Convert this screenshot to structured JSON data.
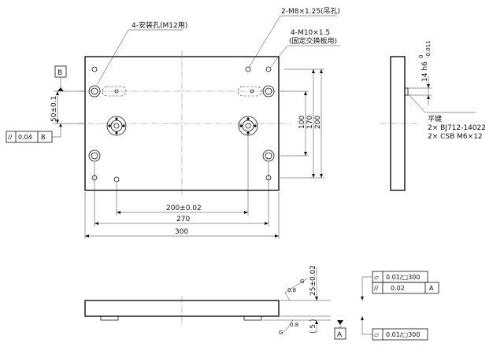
{
  "callouts": {
    "mounting_holes": "4-安装孔(M12用)",
    "lifting_holes": "2-M8×1.25(吊孔)",
    "fix_holes_line1": "4-M10×1.5",
    "fix_holes_line2": "(固定交换板用)",
    "key_line1": "平键",
    "key_line2": "2× BJ712-14022",
    "key_line3": "2× CSB M6×12"
  },
  "dimensions": {
    "top_view": {
      "hole_spacing_x": "200±0.02",
      "width_inner": "270",
      "width_overall": "300",
      "height_100": "100",
      "height_170": "170",
      "height_200": "200",
      "offset_y": "50±0.1"
    },
    "side_view": {
      "key_width": "14 h6",
      "key_tol_upper": "0",
      "key_tol_lower": "-0.011"
    },
    "front_view": {
      "thickness": "25±0.02",
      "foot": "( 5 )"
    }
  },
  "datums": {
    "top_view": "B",
    "front_view": "A"
  },
  "tolerance_frames": {
    "top_view_parallel": {
      "symbol": "//",
      "value": "0.04",
      "datum": "B"
    },
    "front_flatness_top": {
      "symbol": "▱",
      "value": "0.01/□300"
    },
    "front_parallel": {
      "symbol": "//",
      "value": "0.02",
      "datum": "A"
    },
    "front_flatness_bottom": {
      "symbol": "▱",
      "value": "0.01/□300"
    }
  },
  "surface_finish": {
    "top": {
      "value": "0.8",
      "grade": "G"
    },
    "bottom": {
      "value": "0.8",
      "grade": "G"
    }
  }
}
